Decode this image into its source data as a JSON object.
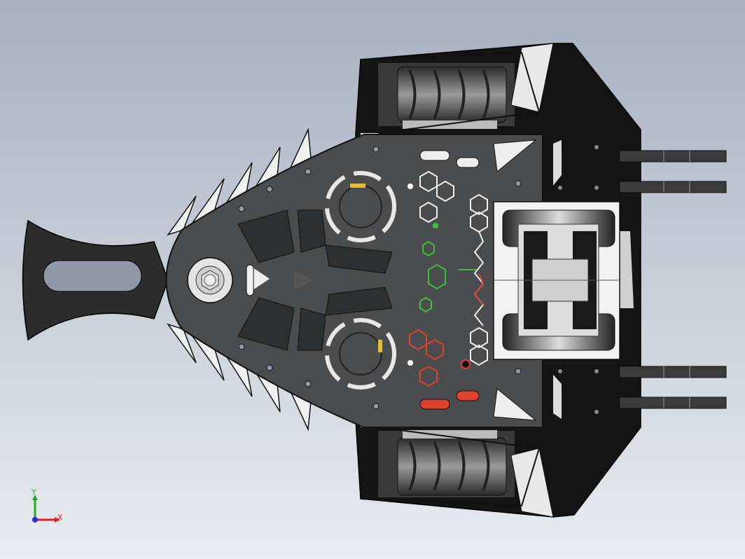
{
  "viewport": {
    "background_top": "#a6b0c0",
    "background_bottom": "#e6e9ee",
    "model": "combat-robot-assembly"
  },
  "triad": {
    "x_label": "X",
    "y_label": "Y",
    "x_color": "#d22222",
    "y_color": "#22aa22",
    "z_color": "#2233cc"
  },
  "colors": {
    "plate": "#4a4c4d",
    "plate_edge": "#1a1a1a",
    "body": "#141414",
    "highlight": "#e6e6e6",
    "green_accent": "#3fbf3f",
    "red_accent": "#e04030",
    "tire": "#555555"
  }
}
